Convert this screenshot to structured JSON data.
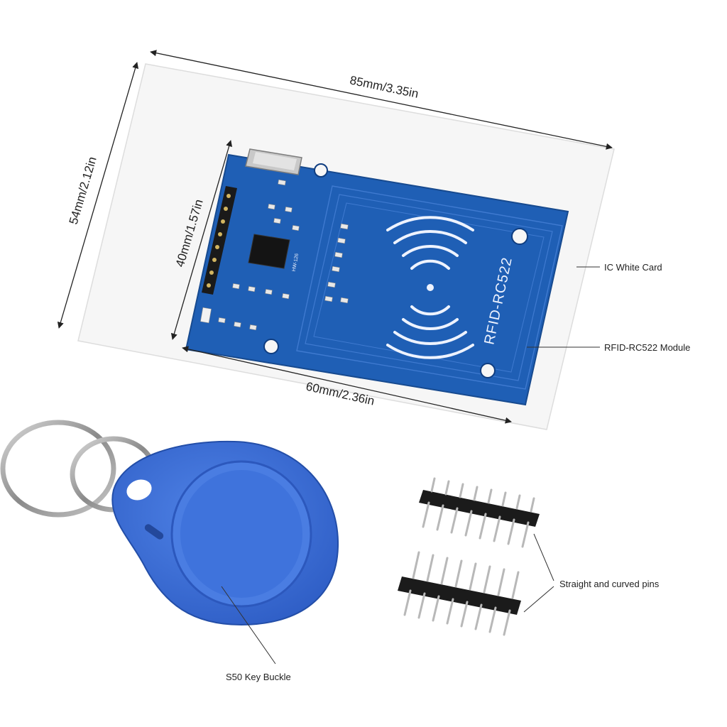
{
  "dimensions": {
    "card_width": "85mm/3.35in",
    "card_height": "54mm/2.12in",
    "module_width": "60mm/2.36in",
    "module_height": "40mm/1.57in"
  },
  "callouts": {
    "ic_card": "IC White Card",
    "rfid_module": "RFID-RC522 Module",
    "pins": "Straight and curved pins",
    "key_fob": "S50 Key Buckle"
  },
  "module": {
    "model_text": "RFID-RC522",
    "board_code": "HW-126"
  },
  "colors": {
    "pcb": "#1f5fb5",
    "keyfob": "#3d6fd8",
    "card": "#f7f7f7"
  },
  "icons": [
    "rfid-wave-icon",
    "crystal-oscillator",
    "key-ring",
    "pin-header"
  ]
}
